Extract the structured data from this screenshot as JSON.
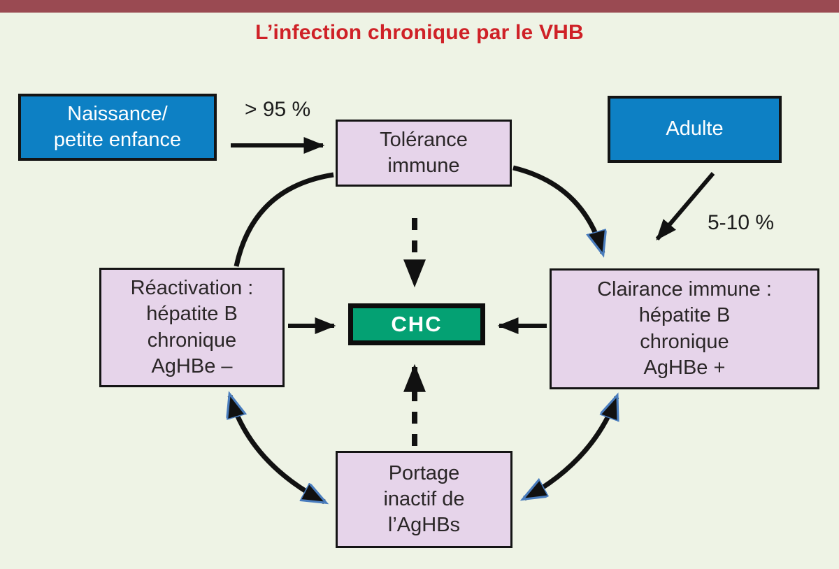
{
  "header": {
    "title": "L’infection chronique par le VHB"
  },
  "nodes": {
    "naissance": {
      "label": "Naissance/\npetite enfance"
    },
    "adulte": {
      "label": "Adulte"
    },
    "tolerance": {
      "label": "Tolérance\nimmune"
    },
    "clairance": {
      "label": "Clairance immune :\nhépatite B\nchronique\nAgHBe +"
    },
    "reactivation": {
      "label": "Réactivation :\nhépatite B\nchronique\nAgHBe –"
    },
    "portage": {
      "label": "Portage\ninactif de\nl’AgHBs"
    },
    "chc": {
      "label": "CHC"
    }
  },
  "edge_labels": {
    "naissance_to_tolerance": "> 95 %",
    "adulte_to_clairance": "5-10 %"
  },
  "colors": {
    "background": "#eef3e5",
    "top_bar": "#9a4a52",
    "title_red": "#cf2127",
    "box_blue": "#0d80c4",
    "box_pink": "#e6d4ea",
    "box_green": "#04a173",
    "arrow_black": "#111111",
    "arrowhead_blue_edge": "#4a7dbe"
  }
}
